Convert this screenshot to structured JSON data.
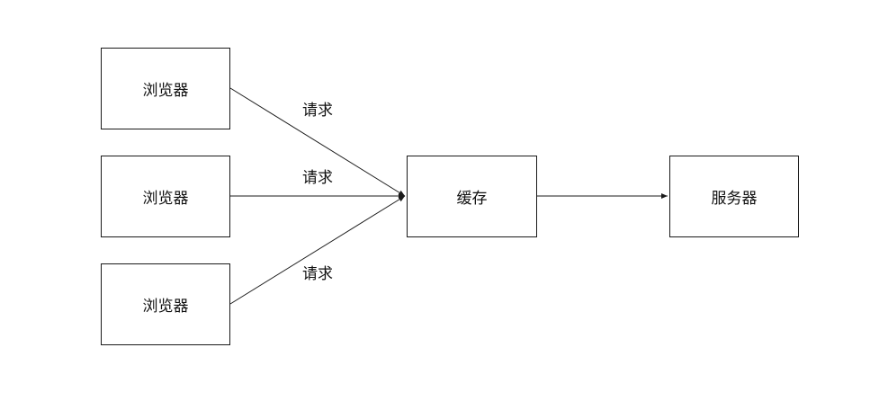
{
  "diagram": {
    "nodes": {
      "browser_top": {
        "label": "浏览器"
      },
      "browser_middle": {
        "label": "浏览器"
      },
      "browser_bottom": {
        "label": "浏览器"
      },
      "cache": {
        "label": "缓存"
      },
      "server": {
        "label": "服务器"
      }
    },
    "edges": [
      {
        "from": "browser_top",
        "to": "cache",
        "label": "请求"
      },
      {
        "from": "browser_middle",
        "to": "cache",
        "label": "请求"
      },
      {
        "from": "browser_bottom",
        "to": "cache",
        "label": "请求"
      },
      {
        "from": "cache",
        "to": "server",
        "label": ""
      }
    ],
    "colors": {
      "stroke": "#1a1a1a",
      "background": "#ffffff",
      "text": "#111111"
    }
  }
}
